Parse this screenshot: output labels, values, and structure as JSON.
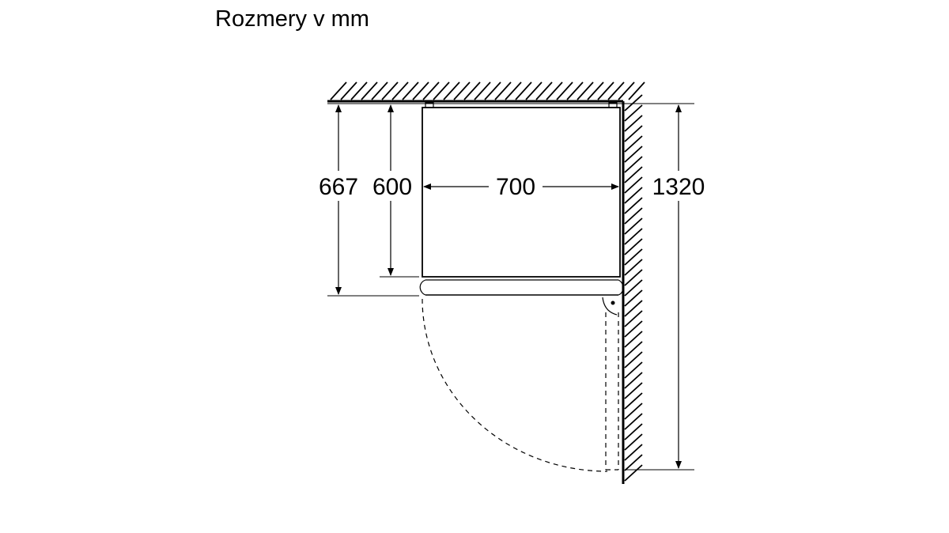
{
  "title": "Rozmery v mm",
  "dimensions": {
    "depth_total": "667",
    "depth_body": "600",
    "width": "700",
    "door_swing": "1320"
  },
  "colors": {
    "line": "#000000",
    "background": "#ffffff"
  }
}
